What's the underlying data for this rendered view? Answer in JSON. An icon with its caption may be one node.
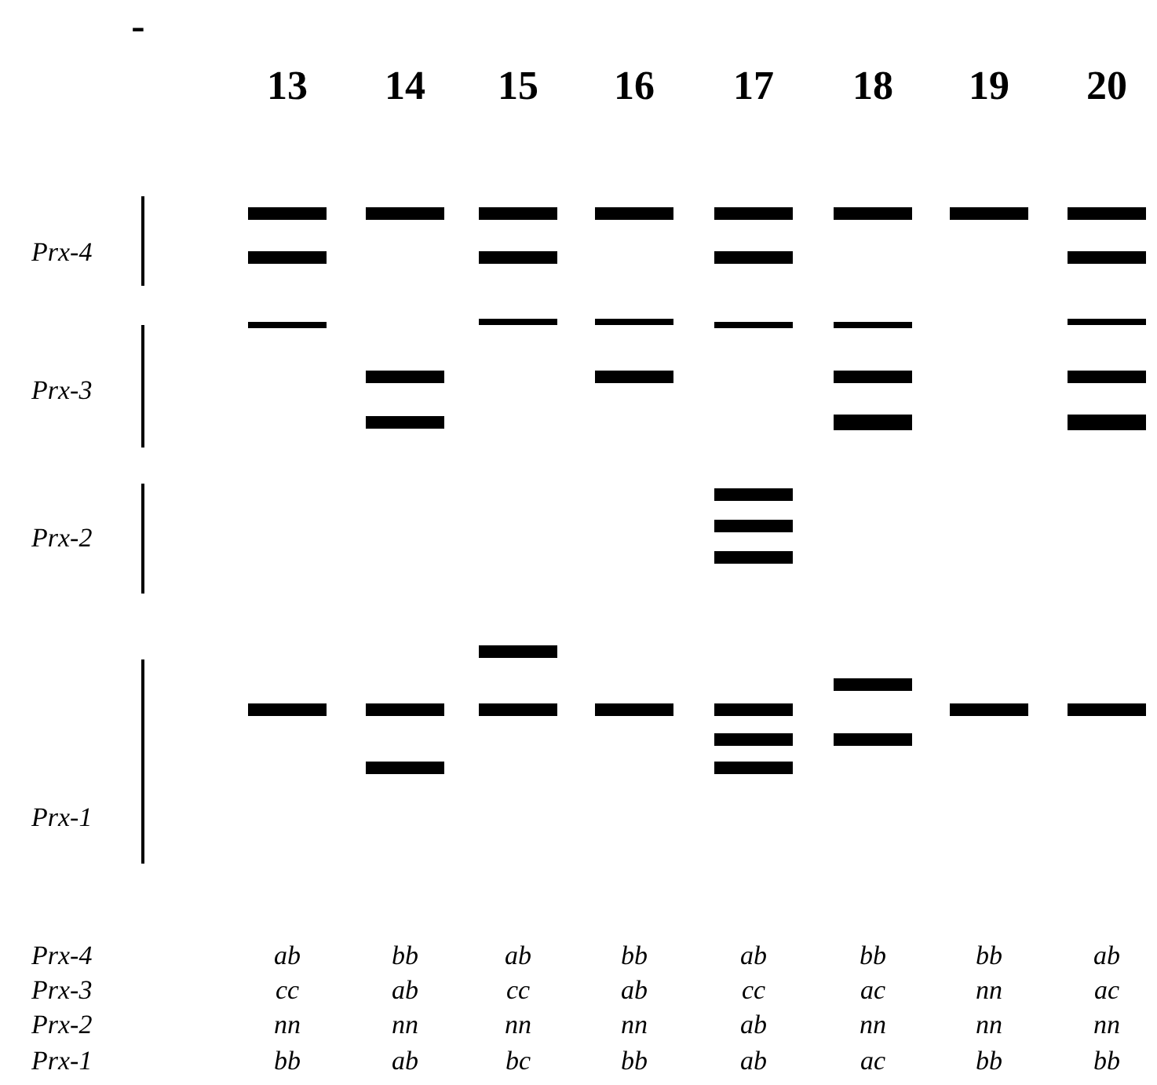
{
  "diagram": {
    "labels": [
      "-",
      "13",
      "14",
      "15",
      "16",
      "17",
      "18",
      "19",
      "20",
      "Prx-4",
      "Prx-3",
      "Prx-2",
      "Prx-1",
      "Prx-4",
      "ab",
      "bb",
      "ab",
      "bb",
      "ab",
      "bb",
      "bb",
      "ab",
      "Prx-3",
      "cc",
      "ab",
      "cc",
      "ab",
      "cc",
      "ac",
      "nn",
      "ac",
      "Prx-2",
      "nn",
      "nn",
      "nn",
      "nn",
      "ab",
      "nn",
      "nn",
      "nn",
      "Prx-1",
      "bb",
      "ab",
      "bc",
      "bb",
      "ab",
      "ac",
      "bb",
      "bb"
    ]
  }
}
